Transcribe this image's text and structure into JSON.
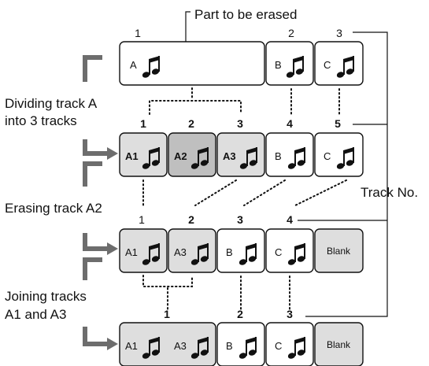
{
  "callouts": {
    "erase_label": "Part to be erased",
    "track_no_label": "Track No."
  },
  "steps": {
    "dividing_line1": "Dividing track A",
    "dividing_line2": "into 3 tracks",
    "erasing": "Erasing track A2",
    "joining_line1": "Joining tracks",
    "joining_line2": "A1 and A3"
  },
  "rows": {
    "row1": {
      "numbers": [
        "1",
        "2",
        "3"
      ],
      "tracks": [
        "A",
        "B",
        "C"
      ]
    },
    "row2": {
      "numbers": [
        "1",
        "2",
        "3",
        "4",
        "5"
      ],
      "tracks": [
        "A1",
        "A2",
        "A3",
        "B",
        "C"
      ]
    },
    "row3": {
      "numbers": [
        "1",
        "2",
        "3",
        "4"
      ],
      "tracks": [
        "A1",
        "A3",
        "B",
        "C",
        "Blank"
      ]
    },
    "row4": {
      "numbers": [
        "1",
        "2",
        "3"
      ],
      "tracks": [
        "A1",
        "A3",
        "B",
        "C",
        "Blank"
      ]
    }
  },
  "icon": "music-note-icon",
  "colors": {
    "arrow": "#6d6d6d",
    "shaded": "#dedede",
    "erased": "#bfbfbf"
  }
}
